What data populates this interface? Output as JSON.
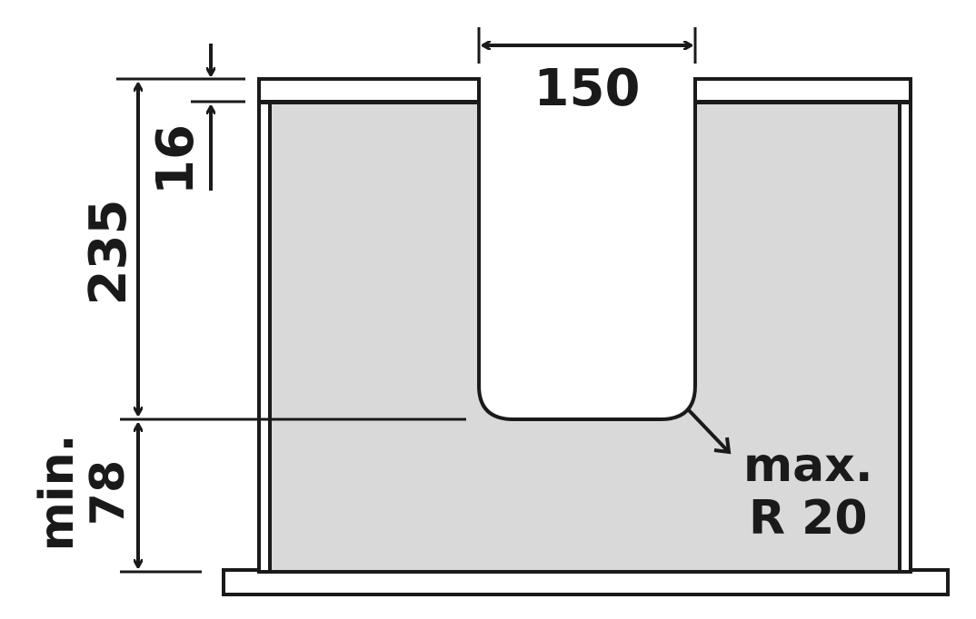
{
  "dimensions": {
    "slot_width": "150",
    "panel_thickness": "16",
    "slot_depth": "235",
    "min_bottom_line1": "min.",
    "min_bottom_line2": "78",
    "radius_line1": "max.",
    "radius_line2": "R 20"
  },
  "colors": {
    "stroke": "#1a1a1a",
    "fill_gray": "#d9d9d9",
    "fill_white": "#ffffff"
  }
}
